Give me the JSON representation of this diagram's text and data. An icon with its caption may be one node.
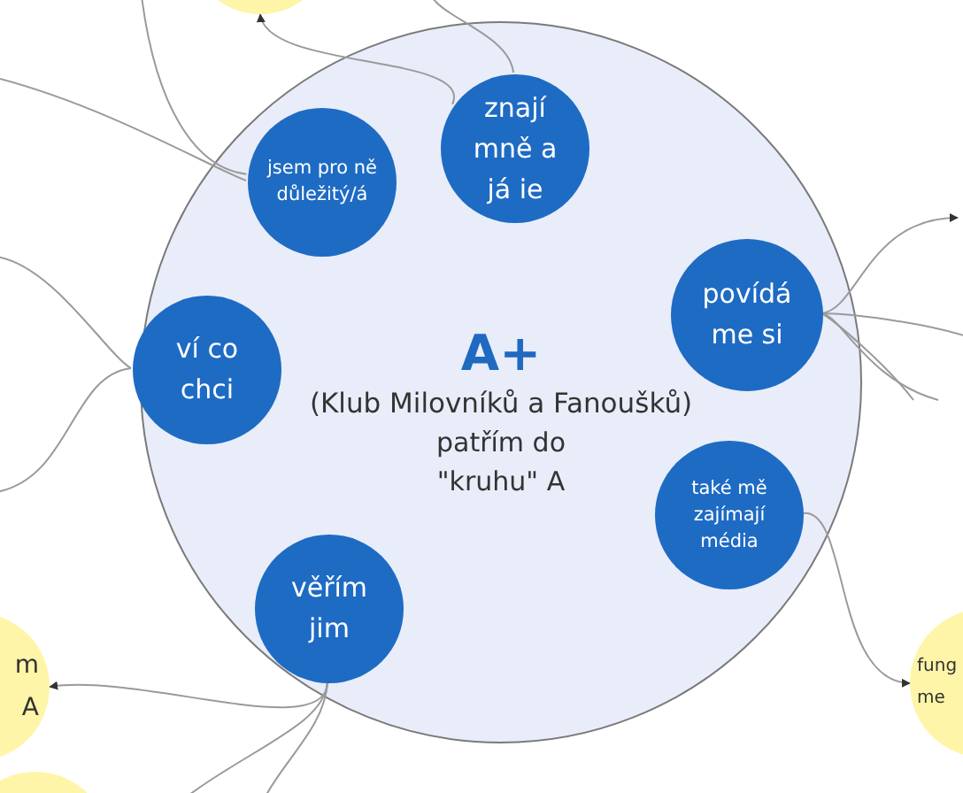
{
  "diagram": {
    "nodes": [
      {
        "text": [
          "A+",
          "(Klub Milovníků a Fanoušků)",
          "patřím do \"kruhu\" A"
        ]
      },
      {
        "text": [
          "jsem pro ně důležitý/á"
        ],
        "in": 0
      },
      {
        "text": [
          "znají mně a já ie"
        ],
        "in": 0
      },
      {
        "text": [
          "ví co chci"
        ],
        "in": 0
      },
      {
        "text": [
          "povídá me si"
        ],
        "in": 0
      },
      {
        "text": [
          "také mě zajímají média"
        ],
        "in": 0
      },
      {
        "text": [
          "věřím jim"
        ],
        "in": 0
      },
      {
        "text": [],
        "shape": "circle"
      },
      {
        "text": [
          "m A"
        ]
      },
      {
        "text": [],
        "shape": "circle"
      },
      {
        "text": [
          "fung me"
        ]
      }
    ],
    "edges": [
      {
        "from": 2,
        "to": 7,
        "arrow": "to"
      },
      {
        "from": 2,
        "to": null,
        "arrow": "none"
      },
      {
        "from": 1,
        "to": null,
        "arrow": "none"
      },
      {
        "from": 1,
        "to": null,
        "arrow": "none"
      },
      {
        "from": 3,
        "to": null,
        "arrow": "none"
      },
      {
        "from": 3,
        "to": null,
        "arrow": "none"
      },
      {
        "from": 4,
        "to": null,
        "arrow": "to"
      },
      {
        "from": 4,
        "to": null,
        "arrow": "none"
      },
      {
        "from": 4,
        "to": null,
        "arrow": "none"
      },
      {
        "from": 4,
        "to": null,
        "arrow": "none"
      },
      {
        "from": 5,
        "to": 10,
        "arrow": "to"
      },
      {
        "from": 6,
        "to": 8,
        "arrow": "to"
      },
      {
        "from": 6,
        "to": 9,
        "arrow": "none"
      },
      {
        "from": 6,
        "to": null,
        "arrow": "none"
      }
    ]
  }
}
